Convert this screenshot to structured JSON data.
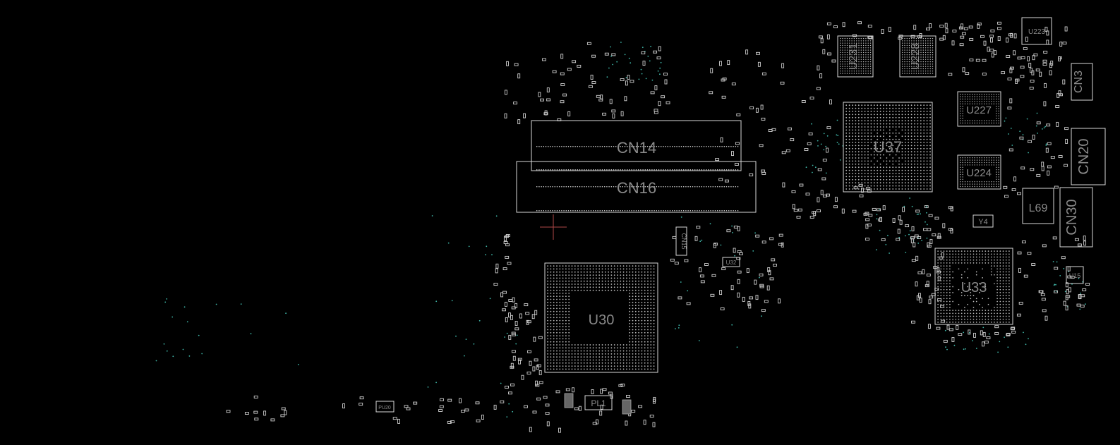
{
  "components": [
    {
      "id": "CN14",
      "label": "CN14",
      "kind": "connector"
    },
    {
      "id": "CN16",
      "label": "CN16",
      "kind": "connector"
    },
    {
      "id": "CN15",
      "label": "CN15",
      "kind": "connector"
    },
    {
      "id": "CN3",
      "label": "CN3",
      "kind": "connector"
    },
    {
      "id": "CN20",
      "label": "CN20",
      "kind": "connector"
    },
    {
      "id": "CN30",
      "label": "CN30",
      "kind": "connector"
    },
    {
      "id": "U231",
      "label": "U231",
      "kind": "memory"
    },
    {
      "id": "U228",
      "label": "U228",
      "kind": "memory"
    },
    {
      "id": "U223",
      "label": "U223",
      "kind": "chip"
    },
    {
      "id": "U227",
      "label": "U227",
      "kind": "memory"
    },
    {
      "id": "U224",
      "label": "U224",
      "kind": "memory"
    },
    {
      "id": "U37",
      "label": "U37",
      "kind": "bga"
    },
    {
      "id": "U33",
      "label": "U33",
      "kind": "bga"
    },
    {
      "id": "U30",
      "label": "U30",
      "kind": "bga"
    },
    {
      "id": "U32",
      "label": "U32",
      "kind": "chip"
    },
    {
      "id": "U15",
      "label": "U15",
      "kind": "chip"
    },
    {
      "id": "L69",
      "label": "L69",
      "kind": "inductor"
    },
    {
      "id": "Y4",
      "label": "Y4",
      "kind": "crystal"
    },
    {
      "id": "PL1",
      "label": "PL1",
      "kind": "inductor"
    },
    {
      "id": "PU20",
      "label": "PU20",
      "kind": "chip"
    }
  ],
  "colors": {
    "background": "#000000",
    "outline": "#d8d8d8",
    "label": "#8a8a8a",
    "via": "#3fb6a8",
    "marker": "#b04848"
  }
}
